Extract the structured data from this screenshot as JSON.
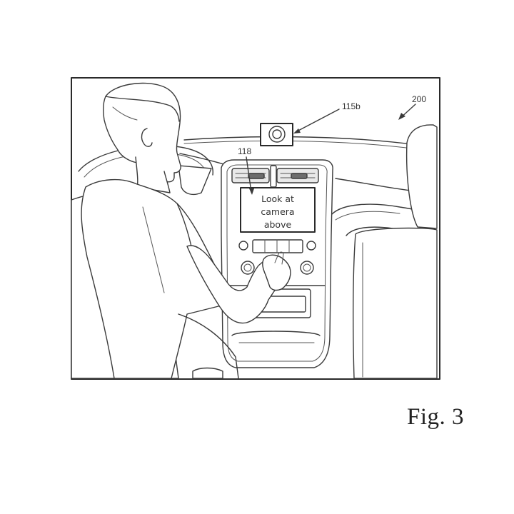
{
  "labels": {
    "camera_ref": "115b",
    "display_ref": "118",
    "scene_ref": "200"
  },
  "display": {
    "line1": "Look at",
    "line2": "camera",
    "line3": "above"
  },
  "caption": "Fig. 3"
}
